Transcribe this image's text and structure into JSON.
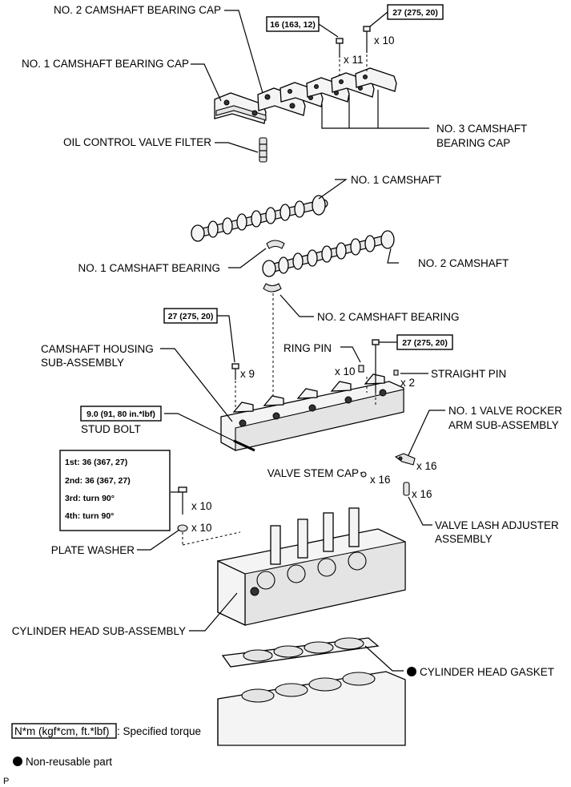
{
  "labels": {
    "no2_bearing_cap": "NO. 2 CAMSHAFT BEARING CAP",
    "no1_bearing_cap": "NO. 1 CAMSHAFT BEARING CAP",
    "no3_bearing_cap_1": "NO. 3 CAMSHAFT",
    "no3_bearing_cap_2": "BEARING CAP",
    "ocv_filter": "OIL CONTROL VALVE FILTER",
    "no1_camshaft": "NO. 1 CAMSHAFT",
    "no1_cam_bearing": "NO. 1 CAMSHAFT BEARING",
    "no2_camshaft": "NO. 2 CAMSHAFT",
    "no2_cam_bearing": "NO. 2 CAMSHAFT BEARING",
    "housing_1": "CAMSHAFT HOUSING",
    "housing_2": "SUB-ASSEMBLY",
    "ring_pin": "RING PIN",
    "straight_pin": "STRAIGHT PIN",
    "stud_bolt": "STUD BOLT",
    "rocker_1": "NO. 1 VALVE ROCKER",
    "rocker_2": "ARM SUB-ASSEMBLY",
    "valve_stem_cap": "VALVE STEM CAP",
    "lash_1": "VALVE LASH ADJUSTER",
    "lash_2": "ASSEMBLY",
    "plate_washer": "PLATE WASHER",
    "cyl_head": "CYLINDER HEAD SUB-ASSEMBLY",
    "gasket": "CYLINDER HEAD GASKET"
  },
  "torques": {
    "cap_bolt_a": "16 (163, 12)",
    "cap_bolt_b": "27 (275, 20)",
    "housing_bolt_a": "27 (275, 20)",
    "housing_bolt_b": "27 (275, 20)",
    "stud_bolt": "9.0 (91, 80 in.*lbf)",
    "head_bolt_steps": [
      "1st: 36 (367, 27)",
      "2nd: 36 (367, 27)",
      "3rd: turn 90°",
      "4th: turn 90°"
    ]
  },
  "quantities": {
    "cap_bolt_a": "x 11",
    "cap_bolt_b": "x 10",
    "housing_bolt_a": "x 9",
    "ring_pin": "x 10",
    "straight_pin": "x 2",
    "rocker": "x 16",
    "valve_stem_cap": "x 16",
    "lash_adjuster": "x 16",
    "head_bolt": "x 10",
    "plate_washer": "x 10"
  },
  "legend": {
    "torque_unit": "N*m (kgf*cm, ft.*lbf)",
    "torque_desc": ": Specified torque",
    "non_reusable": "Non-reusable part"
  },
  "corner_code": "P"
}
